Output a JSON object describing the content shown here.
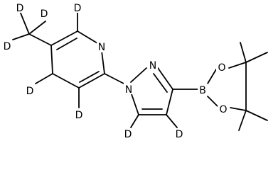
{
  "molecule": {
    "atoms": {
      "d1": "D",
      "d2": "D",
      "d3": "D",
      "d_pyr_top": "D",
      "n_pyridine": "N",
      "d_pyr_left": "D",
      "d_pyr_bottom": "D",
      "n1_pyrazole": "N",
      "n2_pyrazole": "N",
      "d_pz_left": "D",
      "d_pz_right": "D",
      "boron": "B",
      "o_top": "O",
      "o_bottom": "O"
    },
    "methyl_substituents": [
      "CH3",
      "CH3",
      "CH3",
      "CH3"
    ]
  }
}
